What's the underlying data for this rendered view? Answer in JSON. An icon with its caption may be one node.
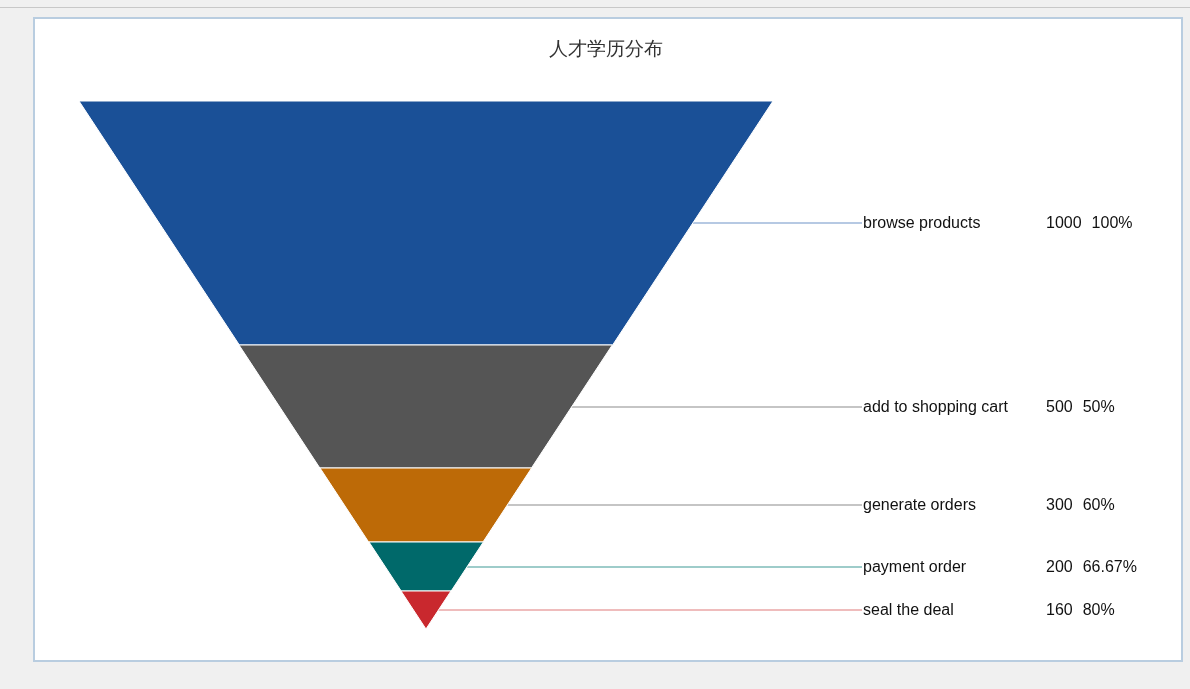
{
  "diagram": {
    "title": "人才学历分布",
    "nodes": [
      {
        "text": [],
        "shape": "trapezoid"
      },
      {
        "text": [],
        "shape": "trapezoid"
      },
      {
        "text": [],
        "shape": "trapezoid"
      },
      {
        "text": [],
        "shape": "trapezoid"
      },
      {
        "text": [],
        "shape": "triangle"
      },
      {
        "text": [
          "browse products"
        ],
        "beside": [
          "1000",
          "100%"
        ]
      },
      {
        "text": [
          "add to shopping cart"
        ],
        "beside": [
          "500",
          "50%"
        ]
      },
      {
        "text": [
          "generate orders"
        ],
        "beside": [
          "300",
          "60%"
        ]
      },
      {
        "text": [
          "payment order"
        ],
        "beside": [
          "200",
          "66.67%"
        ]
      },
      {
        "text": [
          "seal the deal"
        ],
        "beside": [
          "160",
          "80%"
        ]
      }
    ],
    "edges": [
      {
        "from": 5,
        "to": 0,
        "arrow": "none",
        "color": "#6f93c7"
      },
      {
        "from": 6,
        "to": 1,
        "arrow": "none",
        "color": "#8c8c8c"
      },
      {
        "from": 7,
        "to": 2,
        "arrow": "none",
        "color": "#8c8c8c"
      },
      {
        "from": 8,
        "to": 3,
        "arrow": "none",
        "color": "#3f9a96"
      },
      {
        "from": 9,
        "to": 4,
        "arrow": "none",
        "color": "#e07a7a"
      }
    ]
  }
}
